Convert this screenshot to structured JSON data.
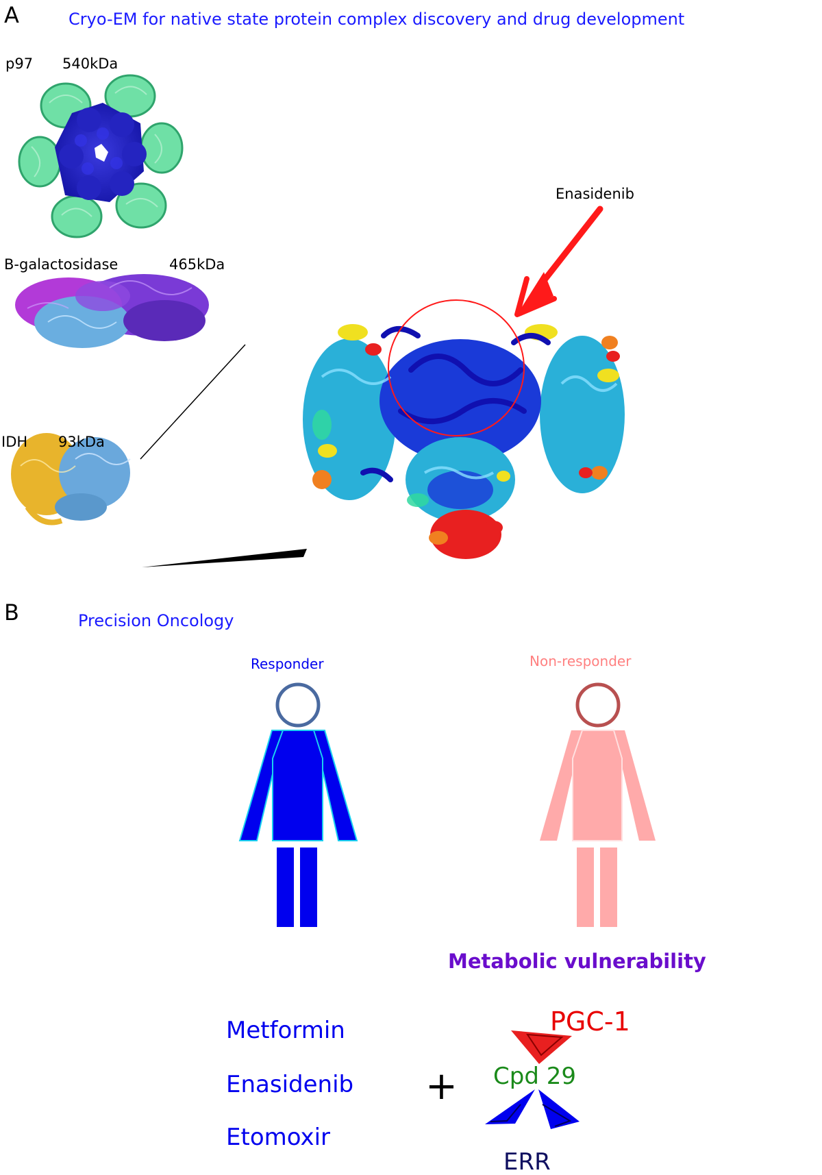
{
  "panel_a": {
    "letter": "A",
    "title": "Cryo-EM for native state protein complex discovery and drug development",
    "title_color": "#1a1aff",
    "complexes": [
      {
        "name": "p97",
        "mass": "540kDa"
      },
      {
        "name": "B-galactosidase",
        "mass": "465kDa"
      },
      {
        "name": "IDH",
        "mass": "93kDa"
      }
    ],
    "drug_label": "Enasidenib",
    "arrow_color": "#ff1a1a"
  },
  "panel_b": {
    "letter": "B",
    "title": "Precision Oncology",
    "title_color": "#1a1aff",
    "responder": {
      "label": "Responder",
      "color": "#0000ee"
    },
    "non_responder": {
      "label": "Non-responder",
      "color": "#ffaaaa"
    },
    "vulnerability": "Metabolic vulnerability",
    "vulnerability_color": "#6a0dcc",
    "drugs": [
      "Metformin",
      "Enasidenib",
      "Etomoxir"
    ],
    "plus": "+",
    "pgc": "PGC-1",
    "cpd": "Cpd 29",
    "err": "ERR"
  }
}
